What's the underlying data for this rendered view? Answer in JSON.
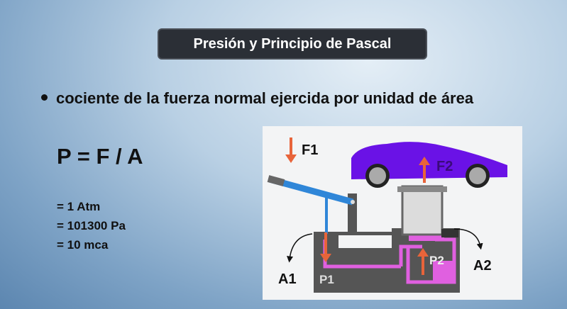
{
  "title": "Presión y Principio de Pascal",
  "bullet": "cociente de la fuerza normal ejercida por unidad de área",
  "formula": "P = F / A",
  "equivalences": [
    "= 1 Atm",
    "= 101300 Pa",
    "= 10 mca"
  ],
  "diagram": {
    "labels": {
      "f1": "F1",
      "f2": "F2",
      "p1": "P1",
      "p2": "P2",
      "a1": "A1",
      "a2": "A2"
    },
    "colors": {
      "car": "#6a12e6",
      "fluid": "#e060e0",
      "body": "#555",
      "arrow": "#e8643a",
      "lever": "#2f86d8"
    }
  }
}
